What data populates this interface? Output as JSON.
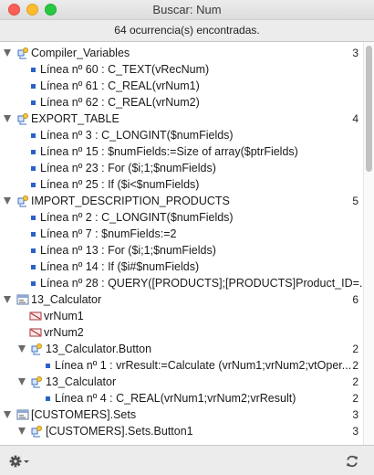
{
  "window": {
    "title": "Buscar: Num"
  },
  "summary": {
    "text": "64 ocurrencia(s) encontradas."
  },
  "tree": [
    {
      "kind": "group",
      "icon": "method-icon",
      "label": "Compiler_Variables",
      "count": "3"
    },
    {
      "kind": "item",
      "label": "Línea nº 60 : C_TEXT(vRecNum)",
      "count": ""
    },
    {
      "kind": "item",
      "label": "Línea nº 61 : C_REAL(vrNum1)",
      "count": ""
    },
    {
      "kind": "item",
      "label": "Línea nº 62 : C_REAL(vrNum2)",
      "count": ""
    },
    {
      "kind": "group",
      "icon": "method-icon",
      "label": "EXPORT_TABLE",
      "count": "4"
    },
    {
      "kind": "item",
      "label": "Línea nº 3 : C_LONGINT($numFields)",
      "count": ""
    },
    {
      "kind": "item",
      "label": "Línea nº 15 : $numFields:=Size of array($ptrFields)",
      "count": ""
    },
    {
      "kind": "item",
      "label": "Línea nº 23 : For ($i;1;$numFields)",
      "count": ""
    },
    {
      "kind": "item",
      "label": "Línea nº 25 : If ($i<$numFields)",
      "count": ""
    },
    {
      "kind": "group",
      "icon": "method-icon",
      "label": "IMPORT_DESCRIPTION_PRODUCTS",
      "count": "5"
    },
    {
      "kind": "item",
      "label": "Línea nº 2 : C_LONGINT($numFields)",
      "count": ""
    },
    {
      "kind": "item",
      "label": "Línea nº 7 : $numFields:=2",
      "count": ""
    },
    {
      "kind": "item",
      "label": "Línea nº 13 : For ($i;1;$numFields)",
      "count": ""
    },
    {
      "kind": "item",
      "label": "Línea nº 14 : If ($i#$numFields)",
      "count": ""
    },
    {
      "kind": "item",
      "label": "Línea nº 28 : QUERY([PRODUCTS];[PRODUCTS]Product_ID=...",
      "count": ""
    },
    {
      "kind": "group",
      "icon": "form-icon",
      "label": "13_Calculator",
      "count": "6"
    },
    {
      "kind": "var",
      "icon": "variable-icon",
      "label": "vrNum1",
      "count": ""
    },
    {
      "kind": "var",
      "icon": "variable-icon",
      "label": "vrNum2",
      "count": ""
    },
    {
      "kind": "subgroup",
      "icon": "object-method-icon",
      "label": "13_Calculator.Button",
      "count": "2"
    },
    {
      "kind": "subitem",
      "label": "Línea nº 1 : vrResult:=Calculate (vrNum1;vrNum2;vtOper...",
      "count": "2"
    },
    {
      "kind": "subgroup",
      "icon": "object-method-icon",
      "label": "13_Calculator",
      "count": "2"
    },
    {
      "kind": "subitem",
      "label": "Línea nº 4 : C_REAL(vrNum1;vrNum2;vrResult)",
      "count": "2"
    },
    {
      "kind": "group",
      "icon": "form-icon",
      "label": "[CUSTOMERS].Sets",
      "count": "3"
    },
    {
      "kind": "subgroup",
      "icon": "object-method-icon",
      "label": "[CUSTOMERS].Sets.Button1",
      "count": "3"
    }
  ],
  "toolbar": {
    "gear": "gear-icon",
    "refresh": "refresh-icon"
  },
  "colors": {
    "bullet": "#2a62c9",
    "accent": "#3a7bd5"
  }
}
